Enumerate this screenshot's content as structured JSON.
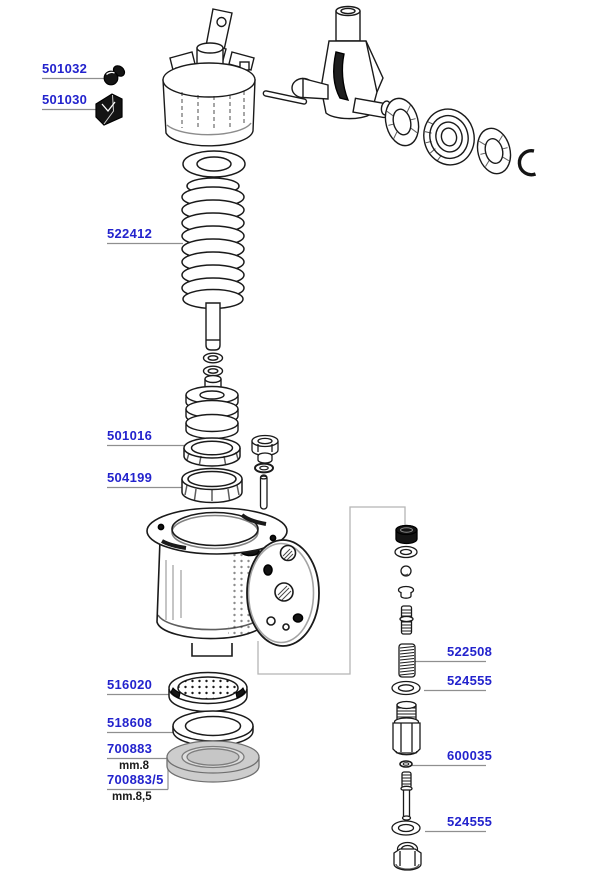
{
  "diagram": {
    "colors": {
      "background": "#ffffff",
      "link": "#2323cd",
      "note_text": "#1a1a1a",
      "art": "#1a1a1a",
      "leader": "#8f8f8f",
      "bracket": "#b5b5b5",
      "gasket": "#cdcdcd"
    },
    "labels": [
      {
        "num": "501032"
      },
      {
        "num": "501030"
      },
      {
        "num": "522412"
      },
      {
        "num": "501016"
      },
      {
        "num": "504199"
      },
      {
        "num": "516020"
      },
      {
        "num": "518608"
      },
      {
        "num": "700883",
        "note": "mm.8"
      },
      {
        "num": "700883/5",
        "note": "mm.8,5"
      },
      {
        "num": "522508"
      },
      {
        "num": "524555"
      },
      {
        "num": "600035"
      },
      {
        "num": "524555"
      }
    ]
  }
}
